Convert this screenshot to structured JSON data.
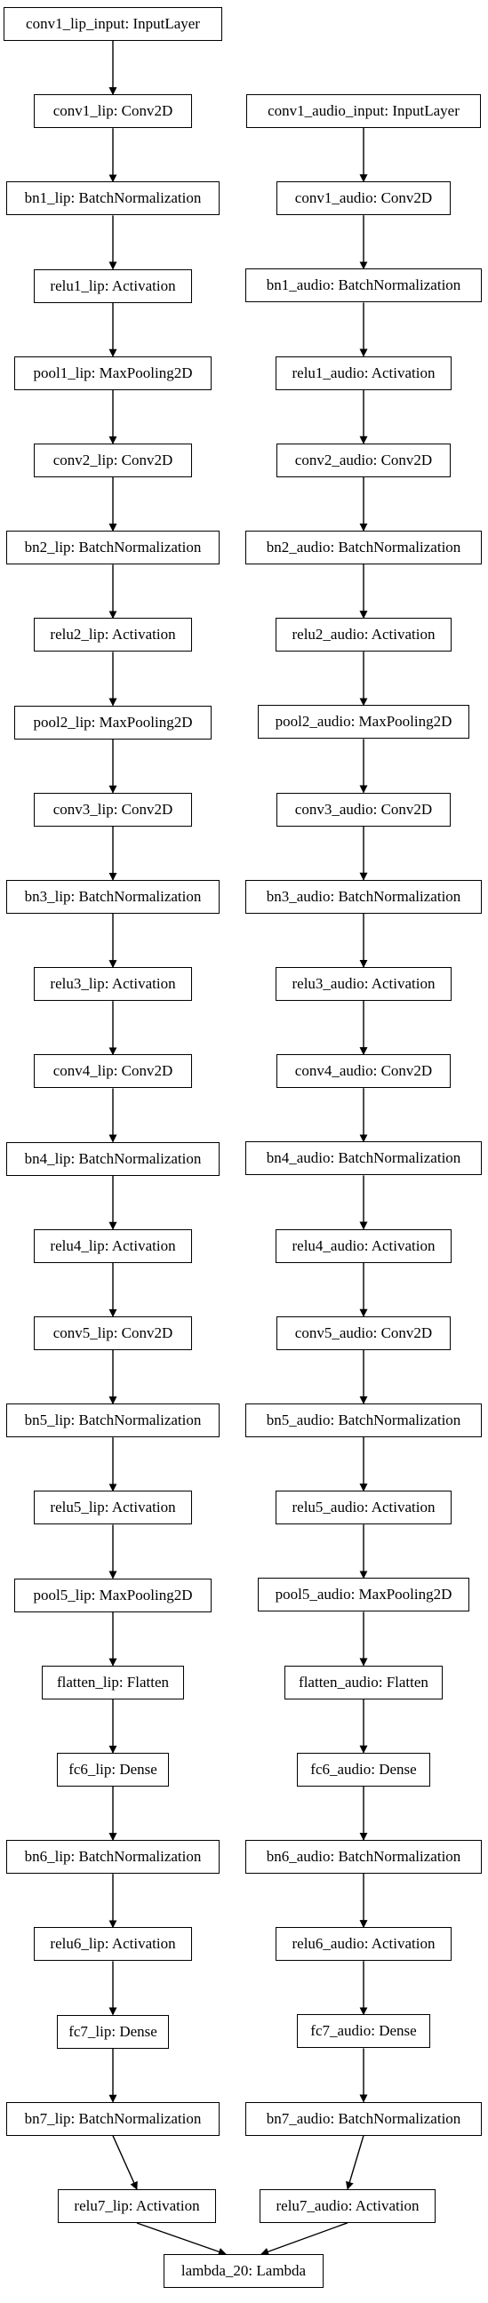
{
  "diagram": {
    "type": "keras-model-graph",
    "colors": {
      "stroke": "#000000",
      "background": "#ffffff",
      "text": "#000000"
    },
    "lip_branch": [
      "conv1_lip_input: InputLayer",
      "conv1_lip: Conv2D",
      "bn1_lip: BatchNormalization",
      "relu1_lip: Activation",
      "pool1_lip: MaxPooling2D",
      "conv2_lip: Conv2D",
      "bn2_lip: BatchNormalization",
      "relu2_lip: Activation",
      "pool2_lip: MaxPooling2D",
      "conv3_lip: Conv2D",
      "bn3_lip: BatchNormalization",
      "relu3_lip: Activation",
      "conv4_lip: Conv2D",
      "bn4_lip: BatchNormalization",
      "relu4_lip: Activation",
      "conv5_lip: Conv2D",
      "bn5_lip: BatchNormalization",
      "relu5_lip: Activation",
      "pool5_lip: MaxPooling2D",
      "flatten_lip: Flatten",
      "fc6_lip: Dense",
      "bn6_lip: BatchNormalization",
      "relu6_lip: Activation",
      "fc7_lip: Dense",
      "bn7_lip: BatchNormalization",
      "relu7_lip: Activation"
    ],
    "audio_branch": [
      "conv1_audio_input: InputLayer",
      "conv1_audio: Conv2D",
      "bn1_audio: BatchNormalization",
      "relu1_audio: Activation",
      "conv2_audio: Conv2D",
      "bn2_audio: BatchNormalization",
      "relu2_audio: Activation",
      "pool2_audio: MaxPooling2D",
      "conv3_audio: Conv2D",
      "bn3_audio: BatchNormalization",
      "relu3_audio: Activation",
      "conv4_audio: Conv2D",
      "bn4_audio: BatchNormalization",
      "relu4_audio: Activation",
      "conv5_audio: Conv2D",
      "bn5_audio: BatchNormalization",
      "relu5_audio: Activation",
      "pool5_audio: MaxPooling2D",
      "flatten_audio: Flatten",
      "fc6_audio: Dense",
      "bn6_audio: BatchNormalization",
      "relu6_audio: Activation",
      "fc7_audio: Dense",
      "bn7_audio: BatchNormalization",
      "relu7_audio: Activation"
    ],
    "merge_node": "lambda_20: Lambda"
  }
}
